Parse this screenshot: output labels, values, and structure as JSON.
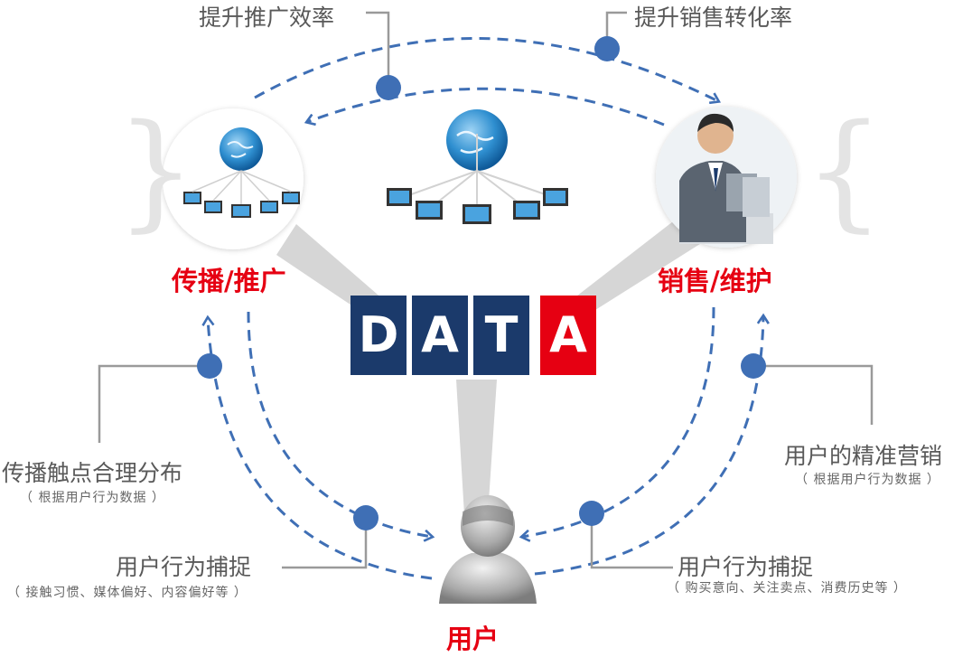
{
  "center": {
    "tiles": [
      {
        "letter": "D",
        "color": "#1b3a6b"
      },
      {
        "letter": "A",
        "color": "#1b3a6b"
      },
      {
        "letter": "T",
        "color": "#1b3a6b"
      },
      {
        "letter": "A",
        "color": "#e60012"
      }
    ]
  },
  "nodes": {
    "left": {
      "label": "传播/推广",
      "image": "globe-network-icon"
    },
    "right": {
      "label": "销售/维护",
      "image": "salesperson-photo"
    },
    "bottom": {
      "label": "用户",
      "image": "user-silhouette-icon"
    }
  },
  "annotations": {
    "top_left": {
      "title": "提升推广效率"
    },
    "top_right": {
      "title": "提升销售转化率"
    },
    "left": {
      "title": "传播触点合理分布",
      "note": "（ 根据用户行为数据 ）"
    },
    "right": {
      "title": "用户的精准营销",
      "note": "（ 根据用户行为数据 ）"
    },
    "bottom_left": {
      "title": "用户行为捕捉",
      "note": "（ 接触习惯、媒体偏好、内容偏好等 ）"
    },
    "bottom_right": {
      "title": "用户行为捕捉",
      "note": "（ 购买意向、关注卖点、消费历史等 ）"
    }
  },
  "colors": {
    "dashed_arrow": "#3f6fb5",
    "dot": "#3f6fb5",
    "accent_red": "#e60012",
    "navy": "#1b3a6b",
    "connector": "#d4d4d4"
  }
}
